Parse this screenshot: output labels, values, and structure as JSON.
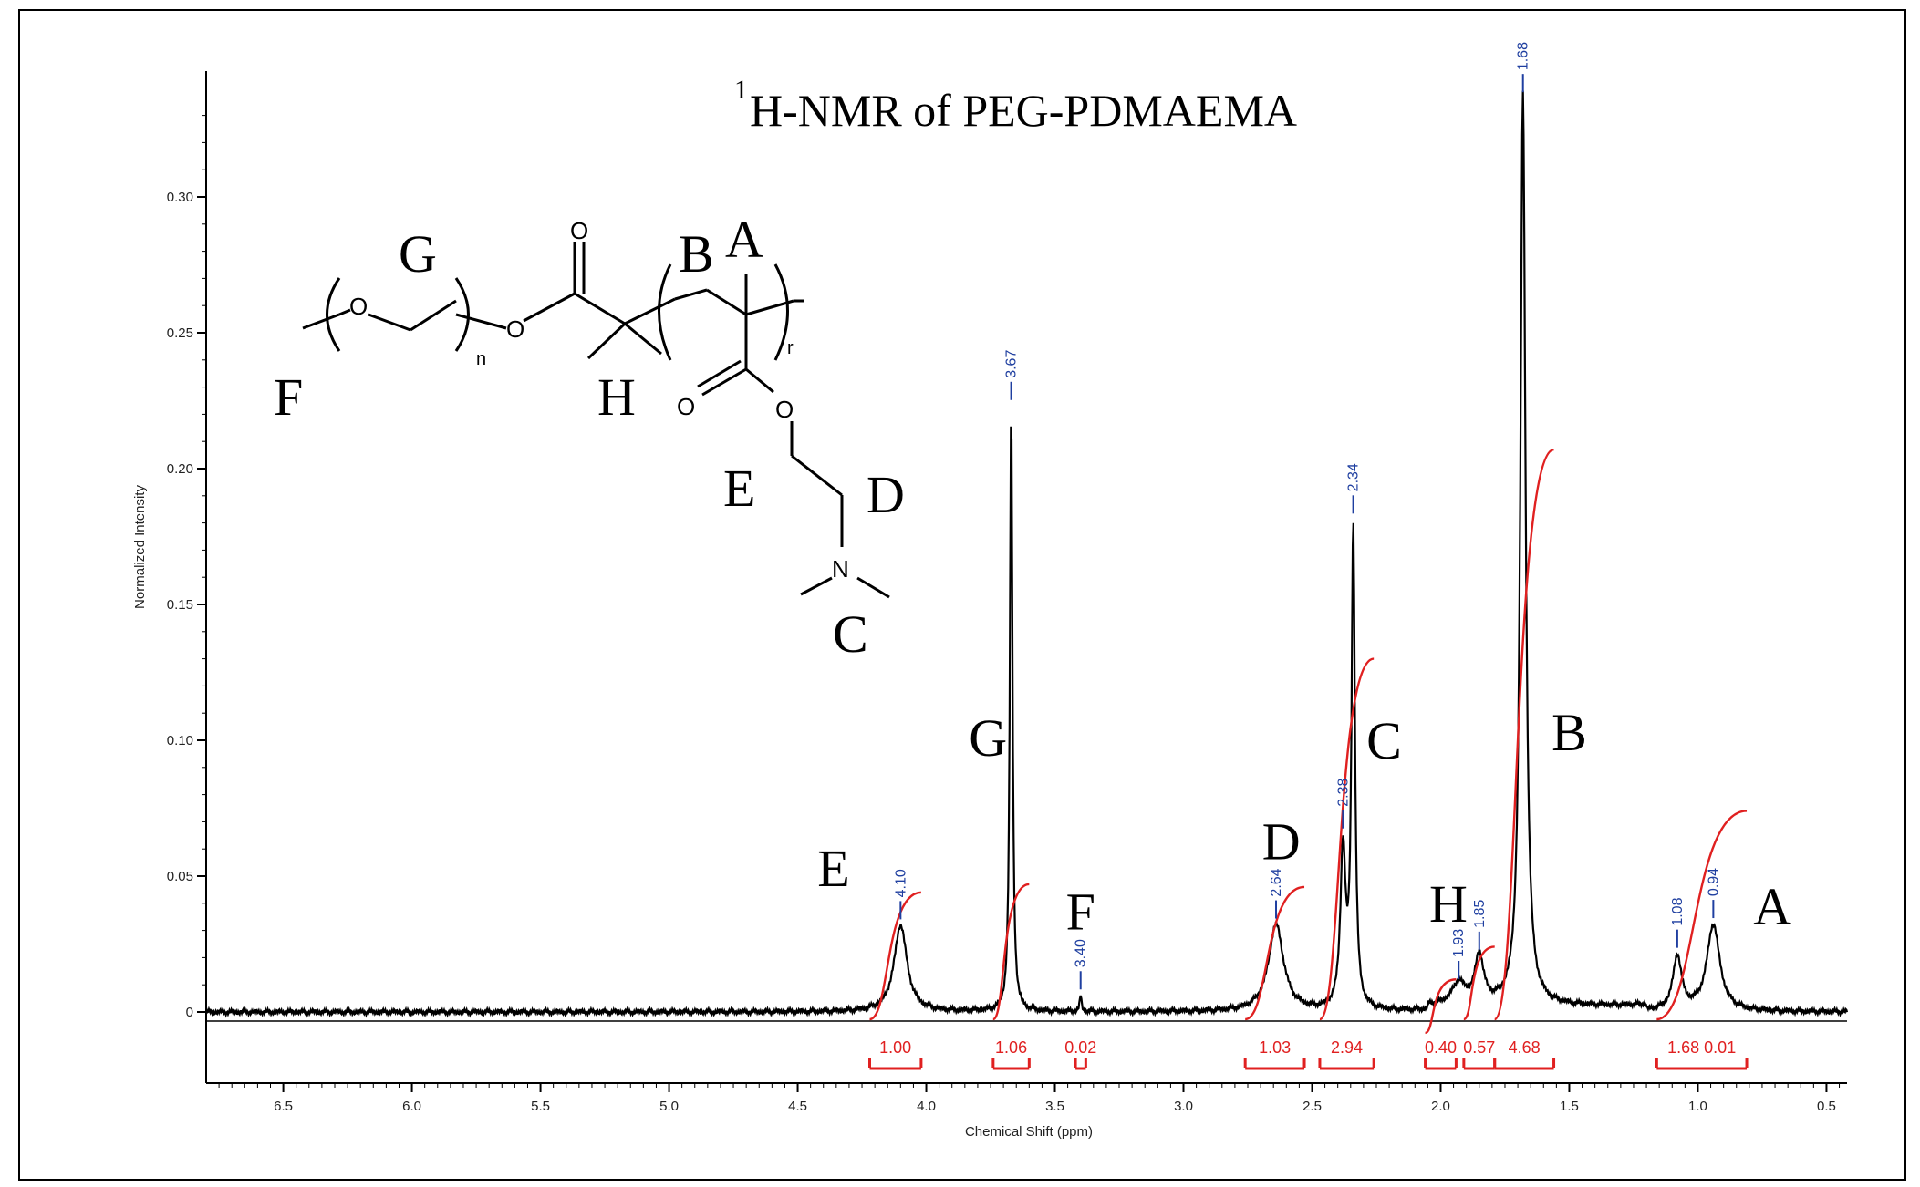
{
  "chart_data": {
    "type": "line",
    "title_sup": "1",
    "title": "H-NMR of PEG-PDMAEMA",
    "xlabel": "Chemical Shift (ppm)",
    "ylabel": "Normalized Intensity",
    "xlim": [
      6.8,
      0.42
    ],
    "ylim": [
      0,
      0.34
    ],
    "x_ticks": [
      {
        "v": 6.5,
        "t": "6.5"
      },
      {
        "v": 6.0,
        "t": "6.0"
      },
      {
        "v": 5.5,
        "t": "5.5"
      },
      {
        "v": 5.0,
        "t": "5.0"
      },
      {
        "v": 4.5,
        "t": "4.5"
      },
      {
        "v": 4.0,
        "t": "4.0"
      },
      {
        "v": 3.5,
        "t": "3.5"
      },
      {
        "v": 3.0,
        "t": "3.0"
      },
      {
        "v": 2.5,
        "t": "2.5"
      },
      {
        "v": 2.0,
        "t": "2.0"
      },
      {
        "v": 1.5,
        "t": "1.5"
      },
      {
        "v": 1.0,
        "t": "1.0"
      },
      {
        "v": 0.5,
        "t": "0.5"
      }
    ],
    "y_ticks": [
      {
        "v": 0,
        "t": "0"
      },
      {
        "v": 0.05,
        "t": "0.05"
      },
      {
        "v": 0.1,
        "t": "0.10"
      },
      {
        "v": 0.15,
        "t": "0.15"
      },
      {
        "v": 0.2,
        "t": "0.20"
      },
      {
        "v": 0.25,
        "t": "0.25"
      },
      {
        "v": 0.3,
        "t": "0.30"
      }
    ],
    "peaks": [
      {
        "x": 4.1,
        "h": 0.032,
        "w": 0.03,
        "label": "4.10"
      },
      {
        "x": 3.67,
        "h": 0.223,
        "w": 0.006,
        "label": "3.67"
      },
      {
        "x": 3.4,
        "h": 0.006,
        "w": 0.004,
        "label": "3.40"
      },
      {
        "x": 2.64,
        "h": 0.032,
        "w": 0.035,
        "label": "2.64"
      },
      {
        "x": 2.38,
        "h": 0.058,
        "w": 0.012,
        "label": "2.38"
      },
      {
        "x": 2.34,
        "h": 0.176,
        "w": 0.008,
        "label": "2.34"
      },
      {
        "x": 1.93,
        "h": 0.008,
        "w": 0.03,
        "label": "1.93"
      },
      {
        "x": 1.85,
        "h": 0.018,
        "w": 0.02,
        "label": "1.85"
      },
      {
        "x": 1.68,
        "h": 0.336,
        "w": 0.012,
        "label": "1.68"
      },
      {
        "x": 1.08,
        "h": 0.02,
        "w": 0.02,
        "label": "1.08"
      },
      {
        "x": 0.94,
        "h": 0.032,
        "w": 0.03,
        "label": "0.94"
      }
    ],
    "integrals": [
      {
        "from": 4.22,
        "to": 4.02,
        "value": "1.00",
        "y0": 0.0,
        "y1": 0.044
      },
      {
        "from": 3.74,
        "to": 3.6,
        "value": "1.06",
        "y0": 0.0,
        "y1": 0.047
      },
      {
        "from": 3.42,
        "to": 3.38,
        "value": "0.02",
        "y0": null,
        "y1": null
      },
      {
        "from": 2.76,
        "to": 2.53,
        "value": "1.03",
        "y0": 0.0,
        "y1": 0.046
      },
      {
        "from": 2.47,
        "to": 2.26,
        "value": "2.94",
        "y0": 0.0,
        "y1": 0.13
      },
      {
        "from": 2.06,
        "to": 1.94,
        "value": "0.40",
        "y0": -0.005,
        "y1": 0.012
      },
      {
        "from": 1.91,
        "to": 1.79,
        "value": "0.57",
        "y0": 0.0,
        "y1": 0.024
      },
      {
        "from": 1.79,
        "to": 1.56,
        "value": "4.68",
        "y0": 0.0,
        "y1": 0.207
      },
      {
        "from": 1.16,
        "to": 0.81,
        "value": "1.68 0.01",
        "y0": 0.0,
        "y1": 0.074
      }
    ],
    "assignments": [
      {
        "letter": "E",
        "x": 4.36,
        "y": 0.053
      },
      {
        "letter": "G",
        "x": 3.76,
        "y": 0.101
      },
      {
        "letter": "F",
        "x": 3.4,
        "y": 0.037
      },
      {
        "letter": "D",
        "x": 2.62,
        "y": 0.063
      },
      {
        "letter": "C",
        "x": 2.22,
        "y": 0.1
      },
      {
        "letter": "H",
        "x": 1.97,
        "y": 0.04
      },
      {
        "letter": "B",
        "x": 1.5,
        "y": 0.103
      },
      {
        "letter": "A",
        "x": 0.71,
        "y": 0.039
      }
    ],
    "grid": false,
    "colors": {
      "spectrum": "#000000",
      "peak_label": "#1f3fa0",
      "integral": "#e02020"
    }
  },
  "structure": {
    "letters": {
      "F": "F",
      "G": "G",
      "H": "H",
      "B": "B",
      "A": "A",
      "E": "E",
      "D": "D",
      "C": "C"
    },
    "atoms": {
      "o1": "O",
      "o2": "O",
      "o3": "O",
      "o4": "O",
      "o5": "O",
      "n": "N"
    },
    "subscripts": {
      "n": "n",
      "r": "r"
    }
  }
}
